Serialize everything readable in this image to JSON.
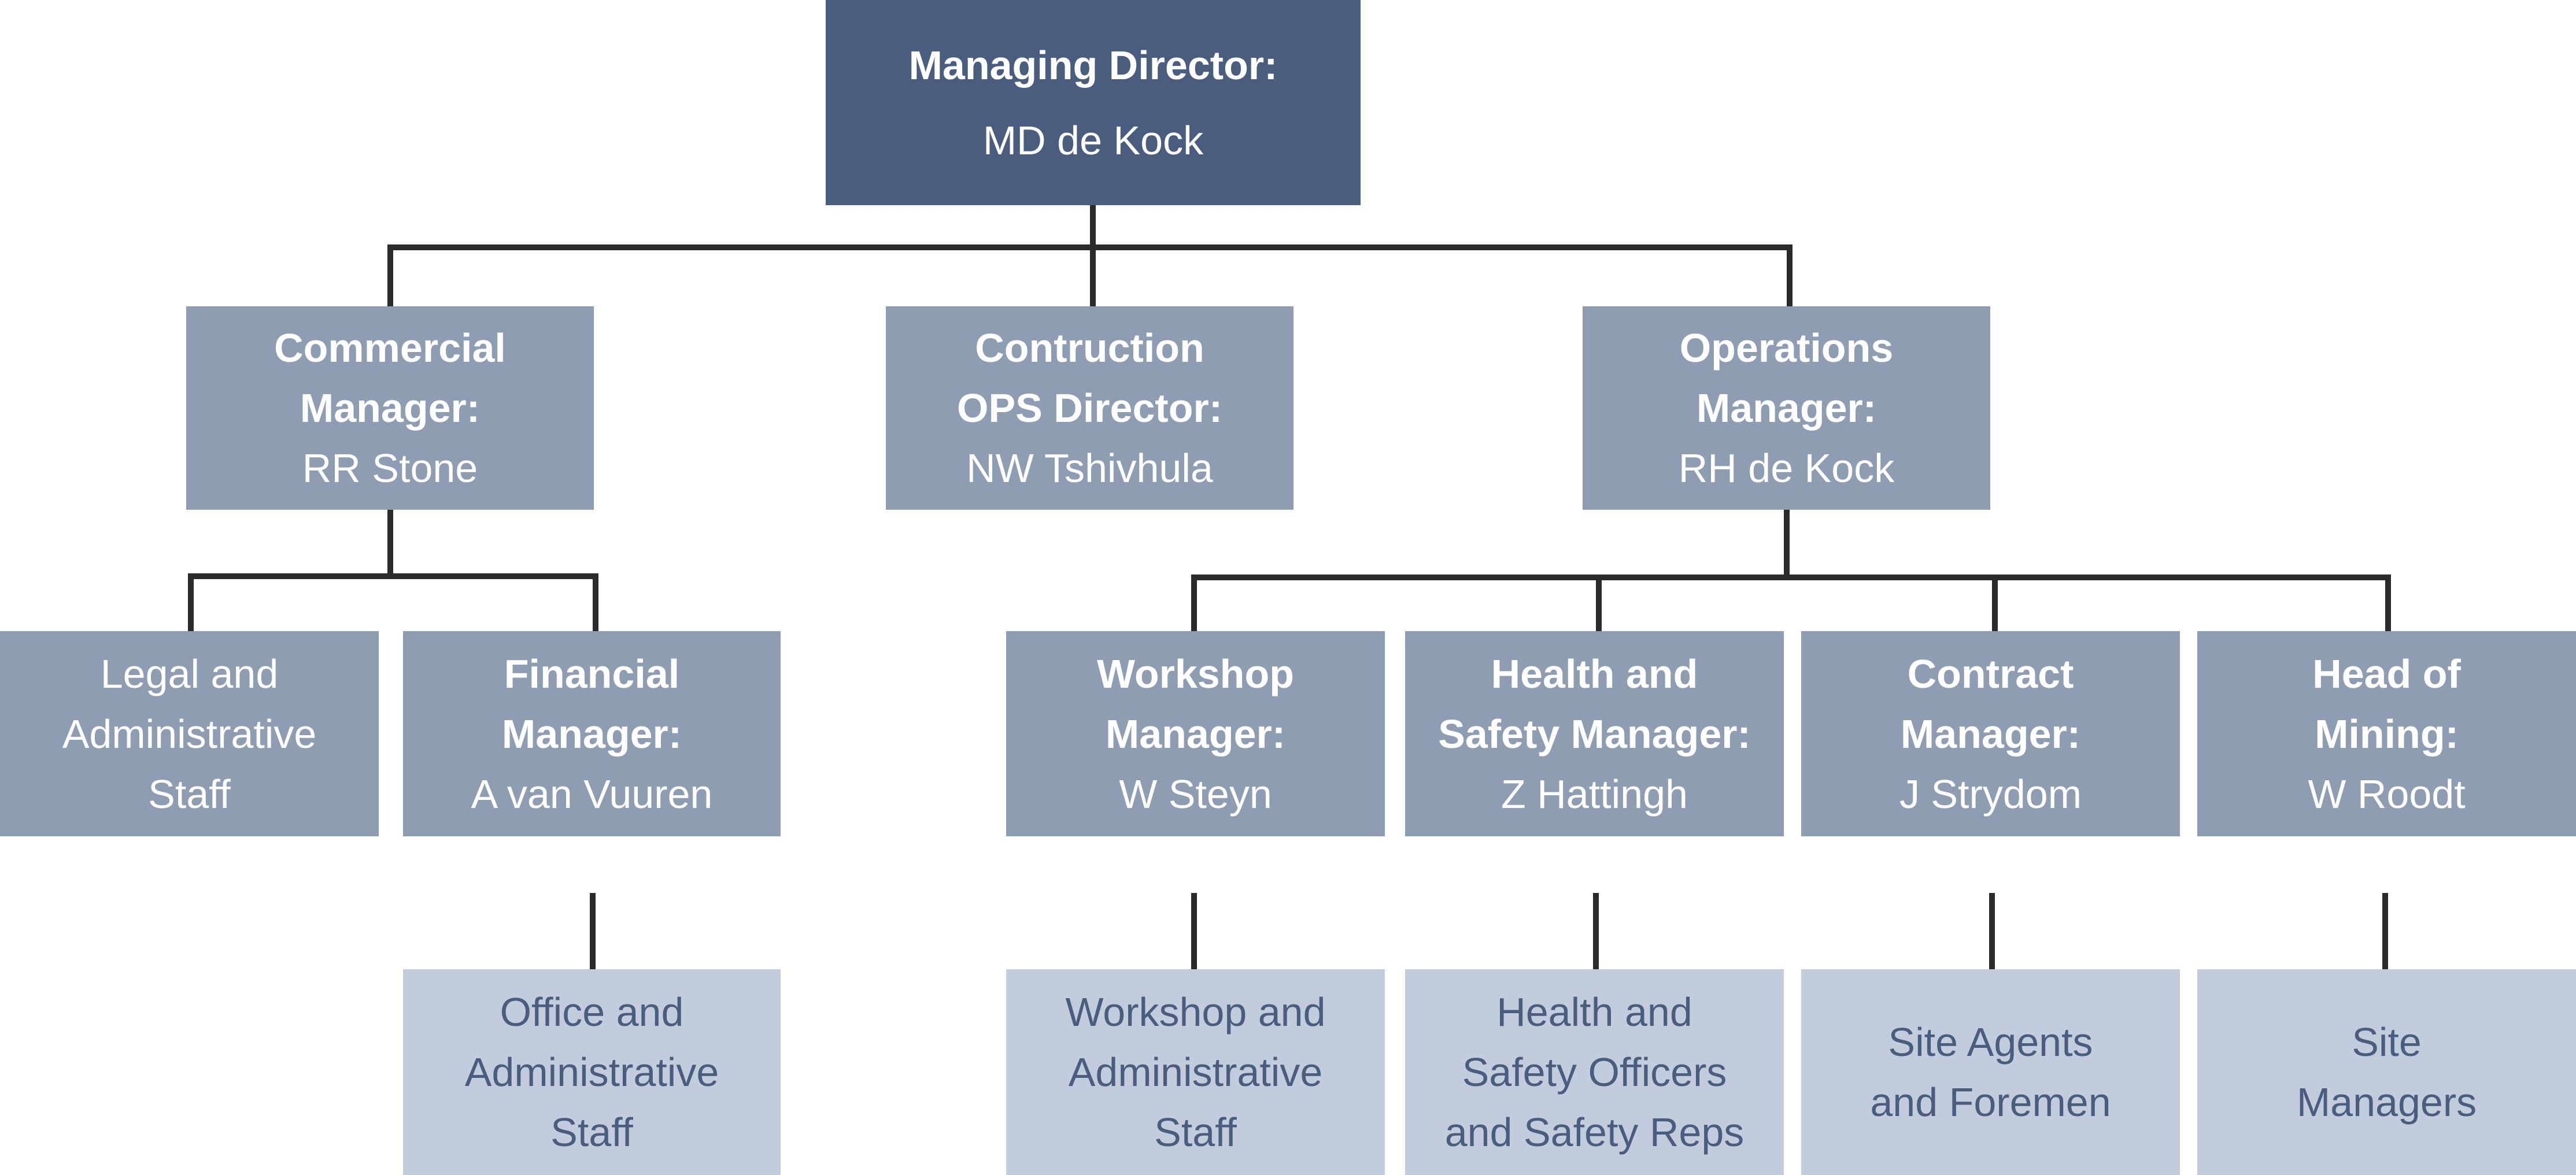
{
  "nodes": {
    "md": {
      "lines": [
        {
          "text": "Managing Director:",
          "bold": true
        },
        {
          "text": "MD de Kock",
          "bold": false
        }
      ]
    },
    "commercial": {
      "lines": [
        {
          "text": "Commercial",
          "bold": true
        },
        {
          "text": "Manager:",
          "bold": true
        },
        {
          "text": "RR Stone",
          "bold": false
        }
      ]
    },
    "construction": {
      "lines": [
        {
          "text": "Contruction",
          "bold": true
        },
        {
          "text": "OPS Director:",
          "bold": true
        },
        {
          "text": "NW Tshivhula",
          "bold": false
        }
      ]
    },
    "operations": {
      "lines": [
        {
          "text": "Operations",
          "bold": true
        },
        {
          "text": "Manager:",
          "bold": true
        },
        {
          "text": "RH de Kock",
          "bold": false
        }
      ]
    },
    "legal": {
      "lines": [
        {
          "text": "Legal and",
          "bold": false
        },
        {
          "text": "Administrative",
          "bold": false
        },
        {
          "text": "Staff",
          "bold": false
        }
      ]
    },
    "financial": {
      "lines": [
        {
          "text": "Financial",
          "bold": true
        },
        {
          "text": "Manager:",
          "bold": true
        },
        {
          "text": "A van Vuuren",
          "bold": false
        }
      ]
    },
    "workshop": {
      "lines": [
        {
          "text": "Workshop",
          "bold": true
        },
        {
          "text": "Manager:",
          "bold": true
        },
        {
          "text": "W Steyn",
          "bold": false
        }
      ]
    },
    "health": {
      "lines": [
        {
          "text": "Health and",
          "bold": true
        },
        {
          "text": "Safety Manager:",
          "bold": true
        },
        {
          "text": "Z Hattingh",
          "bold": false
        }
      ]
    },
    "contract": {
      "lines": [
        {
          "text": "Contract",
          "bold": true
        },
        {
          "text": "Manager:",
          "bold": true
        },
        {
          "text": "J Strydom",
          "bold": false
        }
      ]
    },
    "mining": {
      "lines": [
        {
          "text": "Head of",
          "bold": true
        },
        {
          "text": "Mining:",
          "bold": true
        },
        {
          "text": "W Roodt",
          "bold": false
        }
      ]
    },
    "office": {
      "lines": [
        {
          "text": "Office and",
          "bold": false
        },
        {
          "text": "Administrative",
          "bold": false
        },
        {
          "text": "Staff",
          "bold": false
        }
      ]
    },
    "workshop_staff": {
      "lines": [
        {
          "text": "Workshop and",
          "bold": false
        },
        {
          "text": "Administrative",
          "bold": false
        },
        {
          "text": "Staff",
          "bold": false
        }
      ]
    },
    "safety_officers": {
      "lines": [
        {
          "text": "Health and",
          "bold": false
        },
        {
          "text": "Safety Officers",
          "bold": false
        },
        {
          "text": "and Safety Reps",
          "bold": false
        }
      ]
    },
    "site_agents": {
      "lines": [
        {
          "text": "Site Agents",
          "bold": false
        },
        {
          "text": "and Foremen",
          "bold": false
        }
      ]
    },
    "site_managers": {
      "lines": [
        {
          "text": "Site",
          "bold": false
        },
        {
          "text": "Managers",
          "bold": false
        }
      ]
    }
  },
  "colors": {
    "top_fill": "#4a5d7e",
    "mid_fill": "#8f9db3",
    "low_fill": "#c3ccdd",
    "low_text": "#4a5d7e",
    "connector": "#2b2b2b"
  }
}
